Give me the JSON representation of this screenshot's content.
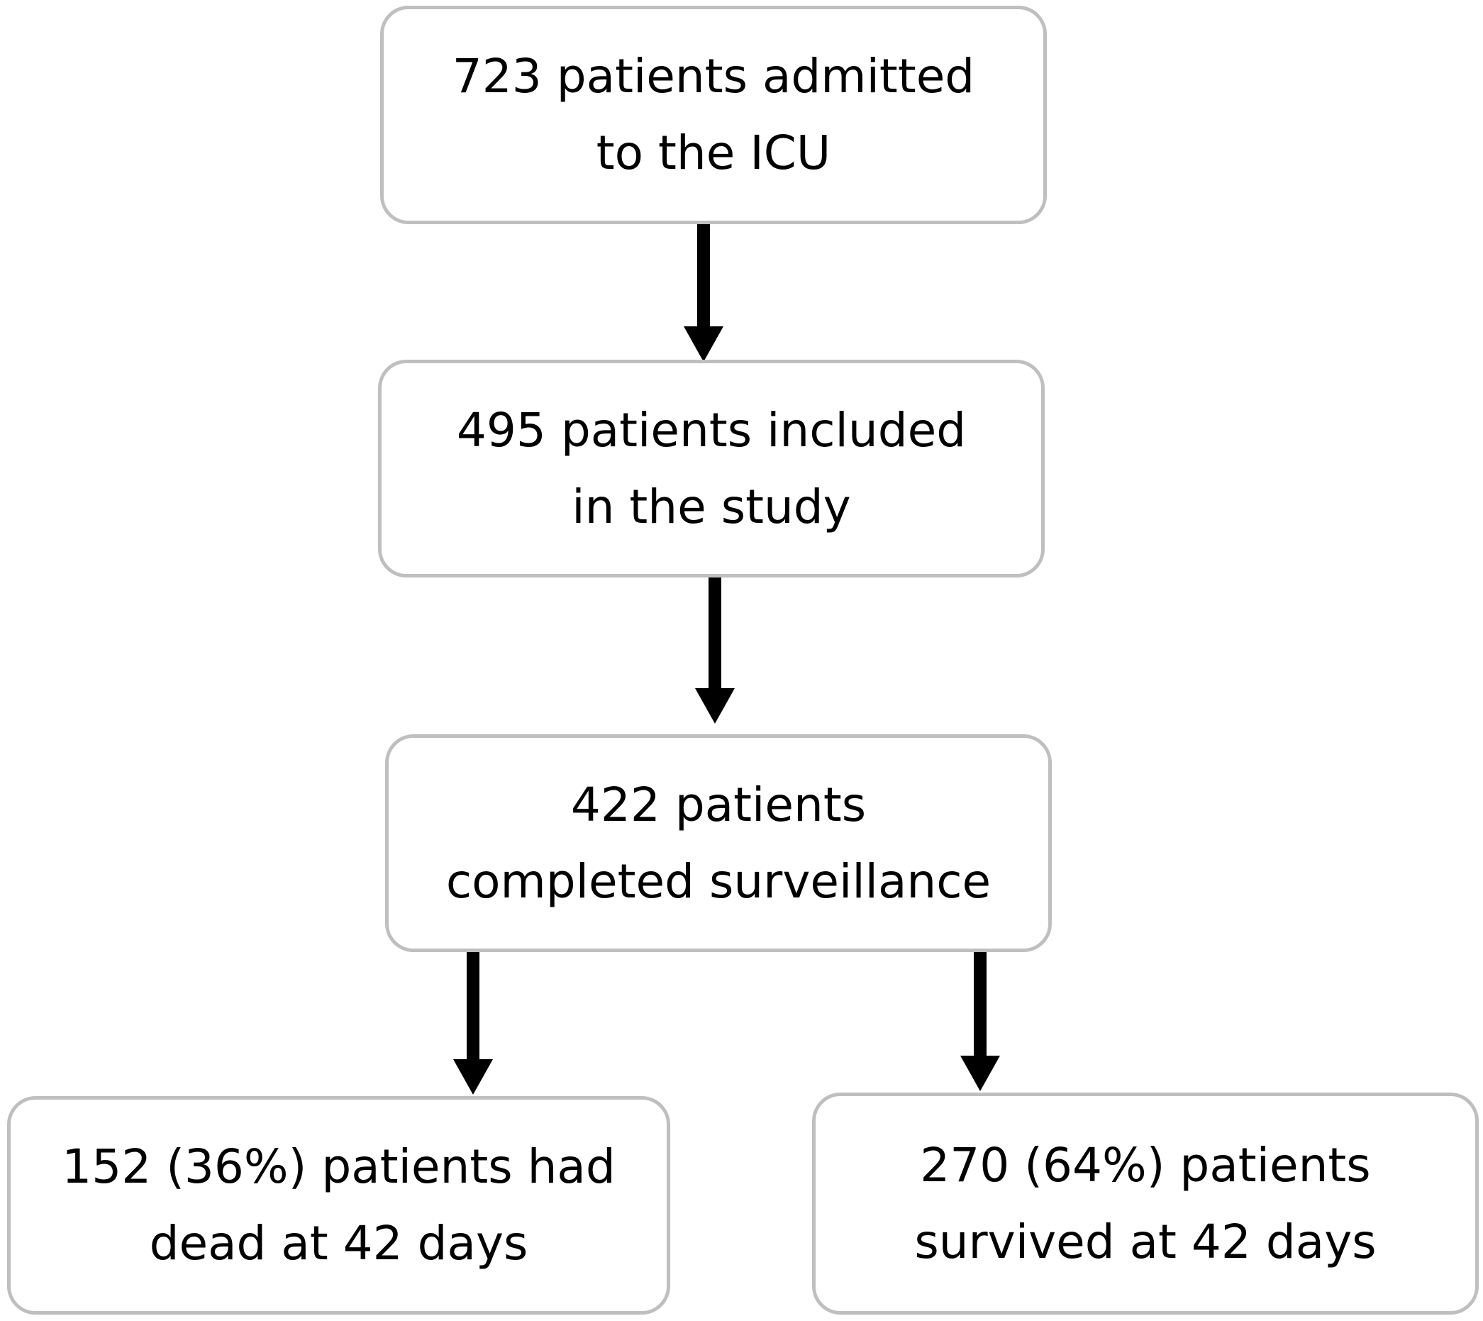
{
  "flowchart": {
    "nodes": {
      "admitted": {
        "line1": "723 patients admitted",
        "line2": "to the ICU"
      },
      "included": {
        "line1": "495 patients included",
        "line2": "in the study"
      },
      "completed": {
        "line1": "422 patients",
        "line2": "completed surveillance"
      },
      "dead": {
        "line1": "152 (36%) patients had",
        "line2": "dead at 42 days"
      },
      "survived": {
        "line1": "270 (64%) patients",
        "line2": "survived at 42 days"
      }
    },
    "edges": [
      {
        "from": "admitted",
        "to": "included"
      },
      {
        "from": "included",
        "to": "completed"
      },
      {
        "from": "completed",
        "to": "dead"
      },
      {
        "from": "completed",
        "to": "survived"
      }
    ],
    "colors": {
      "box_border": "#bfbfbf",
      "arrow": "#000000",
      "text": "#000000"
    }
  }
}
